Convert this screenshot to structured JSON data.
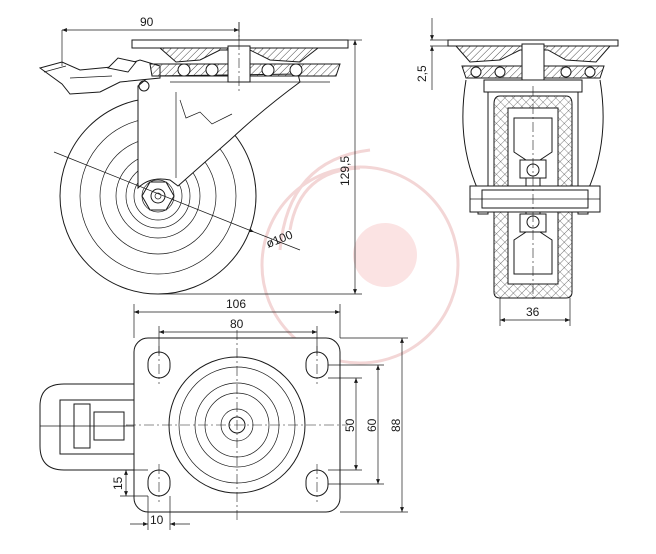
{
  "dimensions": {
    "top_width": "90",
    "overall_height": "129,5",
    "wheel_diameter": "ø100",
    "plate_offset": "2,5",
    "wheel_width": "36",
    "plate_length": "106",
    "hole_span_length": "80",
    "hole_span_width": "50",
    "slot_span_width": "60",
    "plate_width": "88",
    "slot_length": "15",
    "slot_width": "10"
  },
  "colors": {
    "line": "#1a1a1a",
    "watermark": "#f3d6d6"
  }
}
